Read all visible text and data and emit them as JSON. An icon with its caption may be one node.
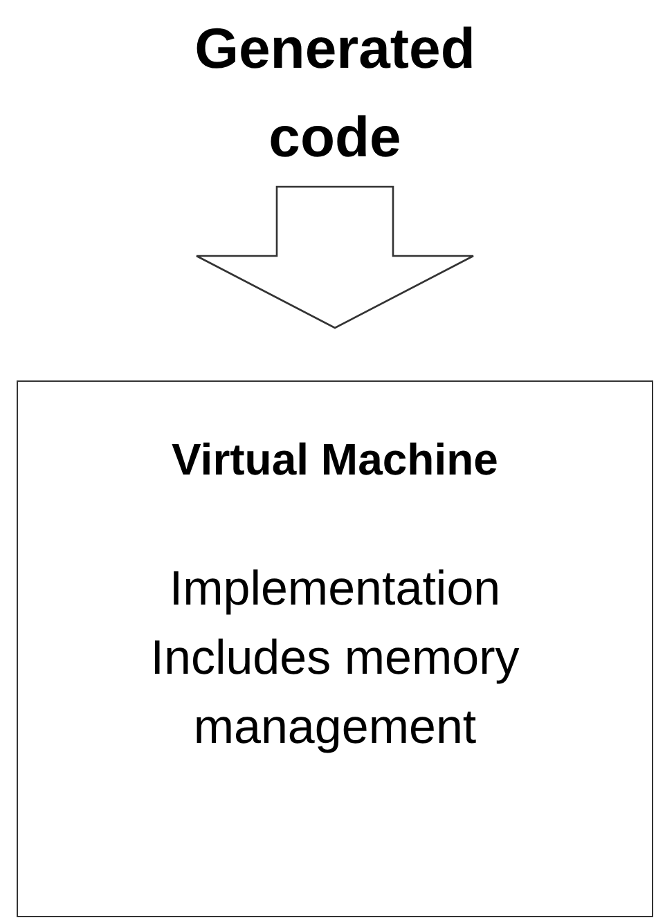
{
  "diagram": {
    "nodes": [
      {
        "text": [
          "Generated code"
        ]
      },
      {
        "text": [
          "Virtual Machine",
          "Implementation Includes memory management"
        ]
      }
    ],
    "edges": [
      {
        "from": 0,
        "to": 1,
        "arrow": "to"
      }
    ]
  }
}
